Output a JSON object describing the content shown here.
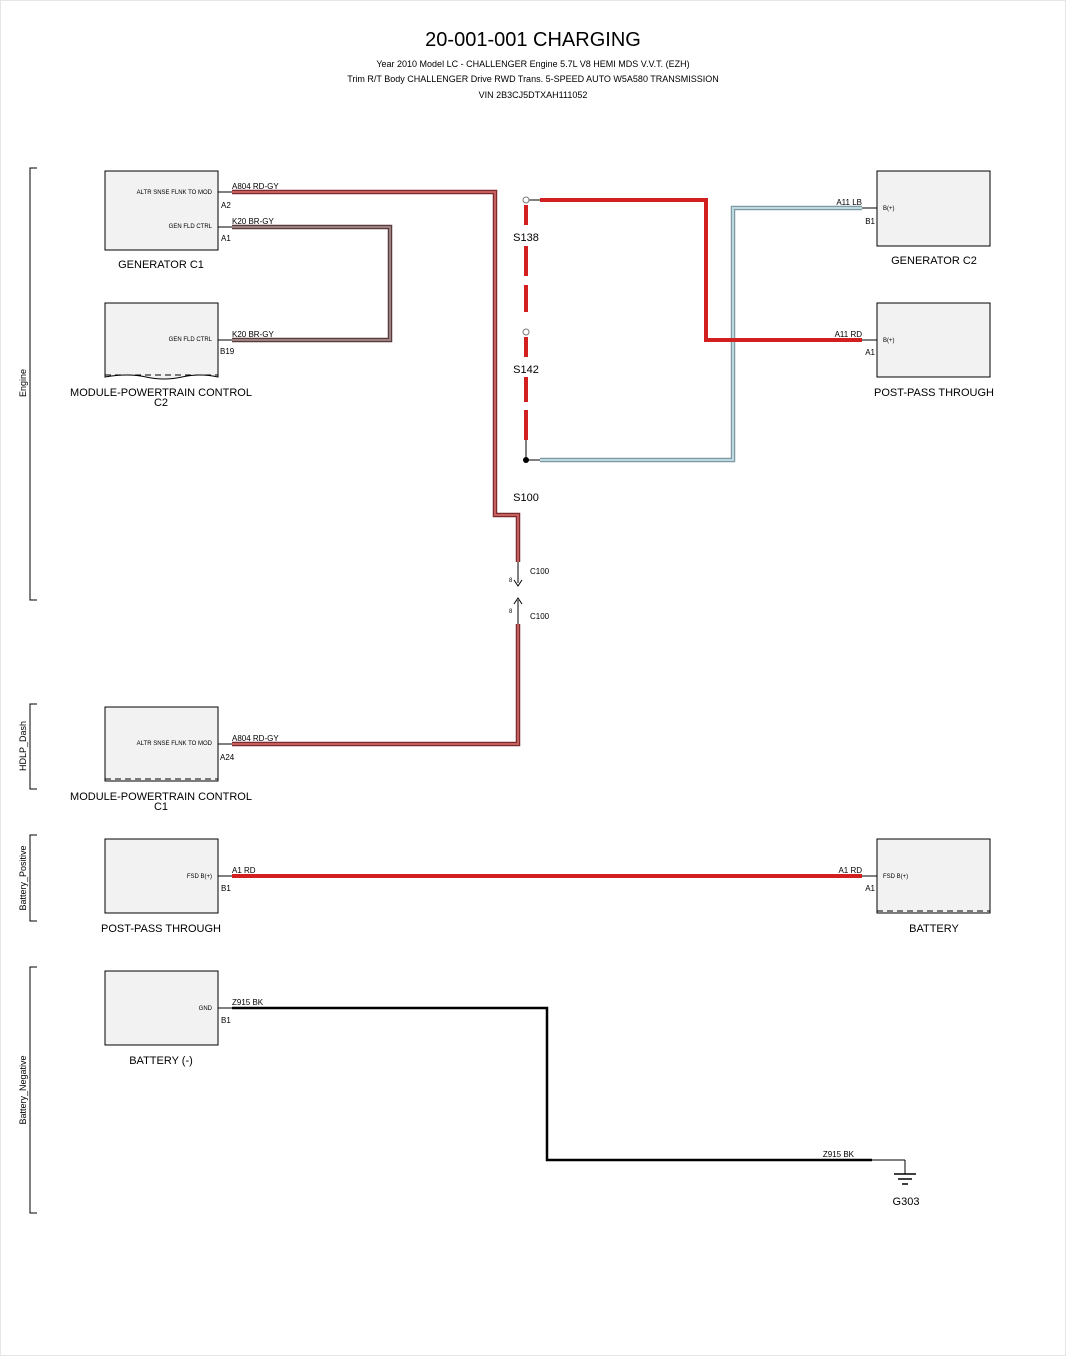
{
  "title": "20-001-001 CHARGING",
  "subtitle_lines": [
    "Year 2010 Model LC - CHALLENGER Engine 5.7L V8 HEMI MDS V.V.T. (EZH)",
    "Trim R/T Body CHALLENGER Drive RWD Trans. 5-SPEED AUTO W5A580 TRANSMISSION",
    "VIN 2B3CJ5DTXAH111052"
  ],
  "sections": {
    "engine": "Engine",
    "hdlp_dash": "HDLP_Dash",
    "battery_positive": "Battery_Positive",
    "battery_negative": "Battery_Negative"
  },
  "components": {
    "generator_c1": {
      "name": "GENERATOR C1",
      "pins": [
        {
          "func": "ALTR SNSE FLNK TO MOD",
          "pin": "A2"
        },
        {
          "func": "GEN FLD CTRL",
          "pin": "A1"
        }
      ]
    },
    "pcm_c2": {
      "name_line1": "MODULE-POWERTRAIN CONTROL",
      "name_line2": "C2",
      "pins": [
        {
          "func": "GEN FLD CTRL",
          "pin": "B19"
        }
      ]
    },
    "generator_c2": {
      "name": "GENERATOR C2",
      "pins": [
        {
          "func": "B(+)",
          "pin": "B1"
        }
      ]
    },
    "post_pass_1": {
      "name": "POST-PASS THROUGH",
      "pins": [
        {
          "func": "B(+)",
          "pin": "A1"
        }
      ]
    },
    "pcm_c1": {
      "name_line1": "MODULE-POWERTRAIN CONTROL",
      "name_line2": "C1",
      "pins": [
        {
          "func": "ALTR SNSE FLNK TO MOD",
          "pin": "A24"
        }
      ]
    },
    "post_pass_2": {
      "name": "POST-PASS THROUGH",
      "pins": [
        {
          "func": "FSD B(+)",
          "pin": "B1"
        }
      ]
    },
    "battery": {
      "name": "BATTERY",
      "pins": [
        {
          "func": "FSD B(+)",
          "pin": "A1"
        }
      ]
    },
    "battery_neg": {
      "name": "BATTERY (-)",
      "pins": [
        {
          "func": "GND",
          "pin": "B1"
        }
      ]
    }
  },
  "wires": {
    "a804_top": "A804 RD-GY",
    "k20_top": "K20 BR-GY",
    "k20_bottom": "K20 BR-GY",
    "a11_lb": "A11 LB",
    "a11_rd": "A11 RD",
    "a804_bottom": "A804 RD-GY",
    "a1_rd_left": "A1 RD",
    "a1_rd_right": "A1 RD",
    "z915_left": "Z915 BK",
    "z915_right": "Z915 BK"
  },
  "splices": {
    "s138": "S138",
    "s142": "S142",
    "s100": "S100"
  },
  "connectors": {
    "c100_top": "C100",
    "c100_bottom": "C100",
    "c100_top_pin": "8",
    "c100_bottom_pin": "8"
  },
  "ground": {
    "name": "G303"
  },
  "colors": {
    "red": "#d21f1f",
    "rd_gy_outer": "#7d2a2a",
    "rd_gy_inner": "#c46060",
    "br_gy_outer": "#5a3a3a",
    "br_gy_inner": "#9a8282",
    "lb_outer": "#7f9aa3",
    "lb_inner": "#bcd9e2",
    "black": "#000000"
  }
}
